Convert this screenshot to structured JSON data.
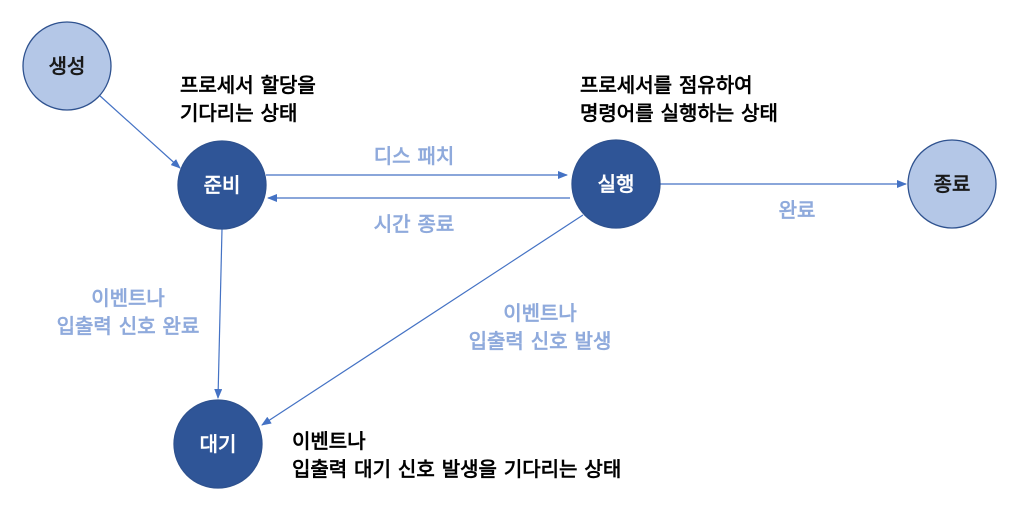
{
  "states": {
    "create": "생성",
    "ready": "준비",
    "running": "실행",
    "terminated": "종료",
    "waiting": "대기"
  },
  "transitions": {
    "dispatch": "디스 패치",
    "timeout": "시간 종료",
    "complete": "완료",
    "io_complete": [
      "이벤트나",
      "입출력 신호 완료"
    ],
    "io_occur": [
      "이벤트나",
      "입출력 신호 발생"
    ]
  },
  "descriptions": {
    "ready": [
      "프로세서 할당을",
      "기다리는 상태"
    ],
    "running": [
      "프로세서를 점유하여",
      "명령어를 실행하는 상태"
    ],
    "waiting": [
      "이벤트나",
      "입출력 대기 신호 발생을 기다리는 상태"
    ]
  },
  "colors": {
    "light_node": "#b4c7e7",
    "dark_node": "#2f5597",
    "edge": "#4472c4",
    "edge_label": "#8faadc"
  }
}
